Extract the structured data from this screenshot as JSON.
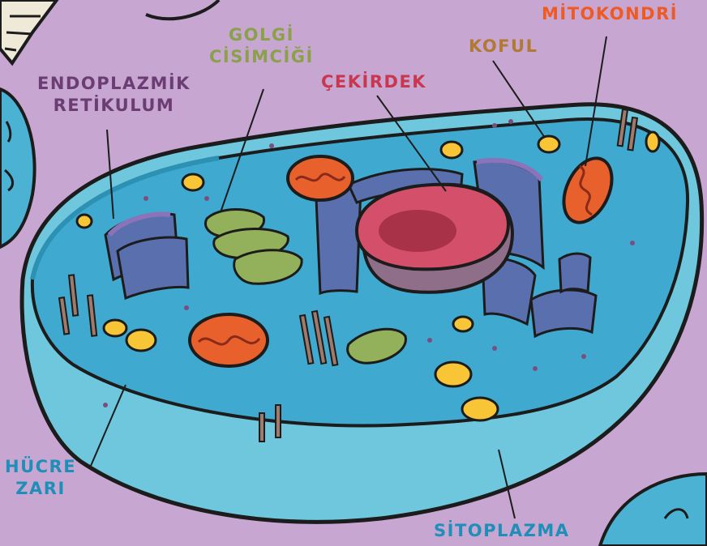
{
  "labels": {
    "endoplazmik_retikulum": {
      "lines": [
        "ENDOPLAZMİK",
        "RETİKULUM"
      ],
      "color": "#6b3d72"
    },
    "golgi_cisimcigi": {
      "lines": [
        "GOLGİ",
        "CİSİMCİĞİ"
      ],
      "color": "#8aa14a"
    },
    "cekirdek": {
      "lines": [
        "ÇEKİRDEK"
      ],
      "color": "#c8374f"
    },
    "koful": {
      "lines": [
        "KOFUL"
      ],
      "color": "#b07a35"
    },
    "mitokondri": {
      "lines": [
        "MİTOKONDRİ"
      ],
      "color": "#ef5a24"
    },
    "hucre_zari": {
      "lines": [
        "HÜCRE",
        "ZARI"
      ],
      "color": "#1d8fb8"
    },
    "sitoplazma": {
      "lines": [
        "SİTOPLAZMA"
      ],
      "color": "#1d8fb8"
    }
  },
  "colors": {
    "background": "#c7a6d1",
    "cell_body": "#6ec7dc",
    "cytoplasm": "#3fa9cf",
    "cell_rim": "#2d91b4",
    "nucleus": "#d4506a",
    "nucleolus": "#a83349",
    "er": "#5a6fae",
    "er_edge": "#8a73b8",
    "golgi": "#93b15a",
    "mitochondria_outer": "#e8612c",
    "vacuole": "#f8c536",
    "cytoskeleton": "#a07a6a",
    "outline": "#1c1c1c"
  }
}
